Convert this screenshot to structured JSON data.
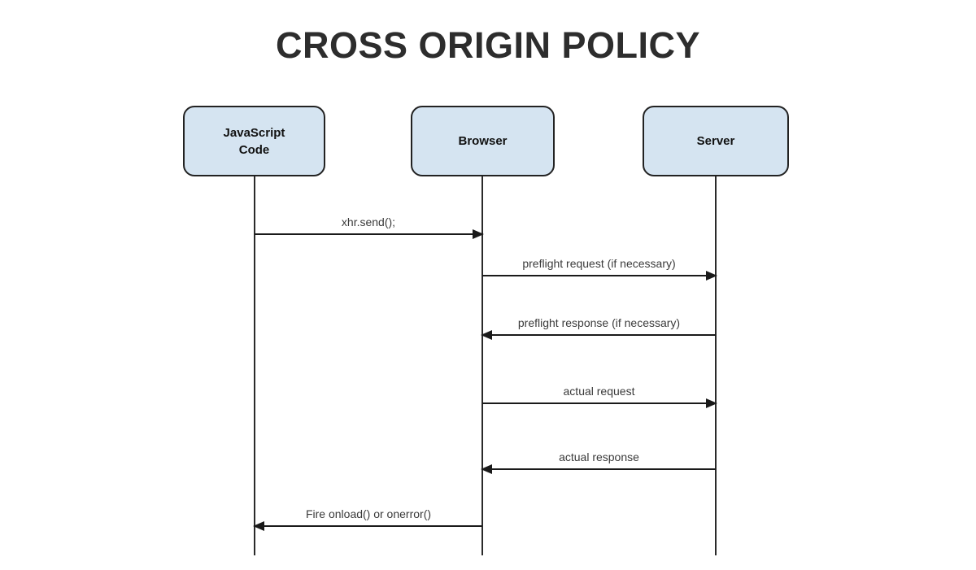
{
  "title": "CROSS ORIGIN POLICY",
  "diagram": {
    "type": "sequence-diagram",
    "actors": [
      {
        "id": "javascript-code",
        "label": "JavaScript\nCode"
      },
      {
        "id": "browser",
        "label": "Browser"
      },
      {
        "id": "server",
        "label": "Server"
      }
    ],
    "messages": [
      {
        "from": "javascript-code",
        "to": "browser",
        "direction": "right",
        "label": "xhr.send();"
      },
      {
        "from": "browser",
        "to": "server",
        "direction": "right",
        "label": "preflight request (if necessary)"
      },
      {
        "from": "server",
        "to": "browser",
        "direction": "left",
        "label": "preflight response (if necessary)"
      },
      {
        "from": "browser",
        "to": "server",
        "direction": "right",
        "label": "actual request"
      },
      {
        "from": "server",
        "to": "browser",
        "direction": "left",
        "label": "actual response"
      },
      {
        "from": "browser",
        "to": "javascript-code",
        "direction": "left",
        "label": "Fire onload() or onerror()"
      }
    ],
    "colors": {
      "background": "#ffffff",
      "actor_fill": "#d5e4f1",
      "actor_border": "#222222",
      "line": "#1a1a1a",
      "title_text": "#2d2d2d",
      "label_text": "#3a3a3a"
    }
  }
}
